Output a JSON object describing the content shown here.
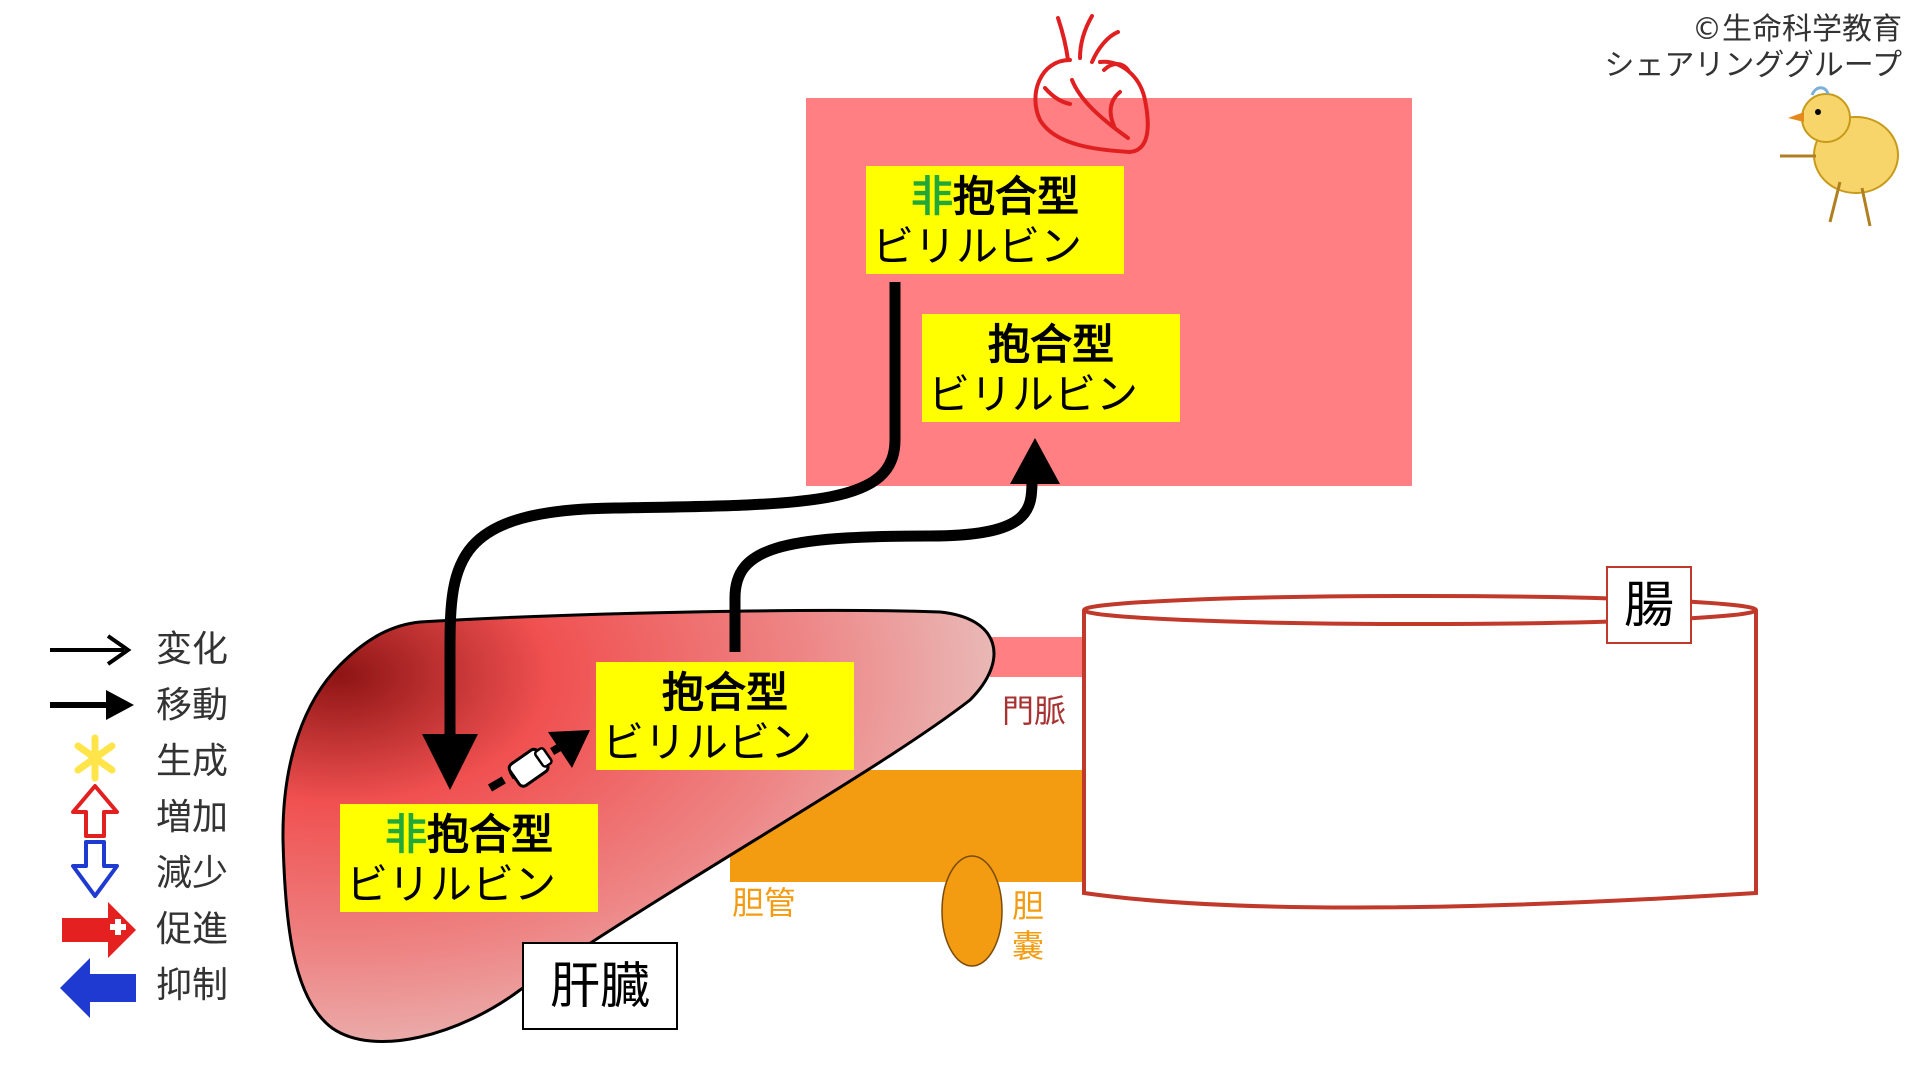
{
  "credit": {
    "line1": "©生命科学教育",
    "line2": "シェアリンググループ"
  },
  "blood": {
    "unconjugated": {
      "prefix": "非",
      "main": "抱合型",
      "line2": "ビリルビン"
    },
    "conjugated": {
      "main": "抱合型",
      "line2": "ビリルビン"
    }
  },
  "liver": {
    "label": "肝臓",
    "unconjugated": {
      "prefix": "非",
      "main": "抱合型",
      "line2": "ビリルビン"
    },
    "conjugated": {
      "main": "抱合型",
      "line2": "ビリルビン"
    }
  },
  "intestine": {
    "label": "腸"
  },
  "portal_vein": {
    "label": "門脈"
  },
  "bile_duct": {
    "label": "胆管"
  },
  "gallbladder": {
    "label_top": "胆",
    "label_bottom": "嚢"
  },
  "legend": {
    "items": [
      {
        "icon": "thin-arrow-icon",
        "label": "変化"
      },
      {
        "icon": "thick-arrow-icon",
        "label": "移動"
      },
      {
        "icon": "asterisk-icon",
        "label": "生成"
      },
      {
        "icon": "up-arrow-icon",
        "label": "増加"
      },
      {
        "icon": "down-arrow-icon",
        "label": "減少"
      },
      {
        "icon": "promote-arrow-icon",
        "label": "促進"
      },
      {
        "icon": "inhibit-arrow-icon",
        "label": "抑制"
      }
    ]
  },
  "colors": {
    "blood_area": "#ff7f82",
    "label_bg": "#ffff00",
    "bile": "#f39c12",
    "intestine_outline": "#c0392b",
    "non_prefix": "#22a838"
  }
}
